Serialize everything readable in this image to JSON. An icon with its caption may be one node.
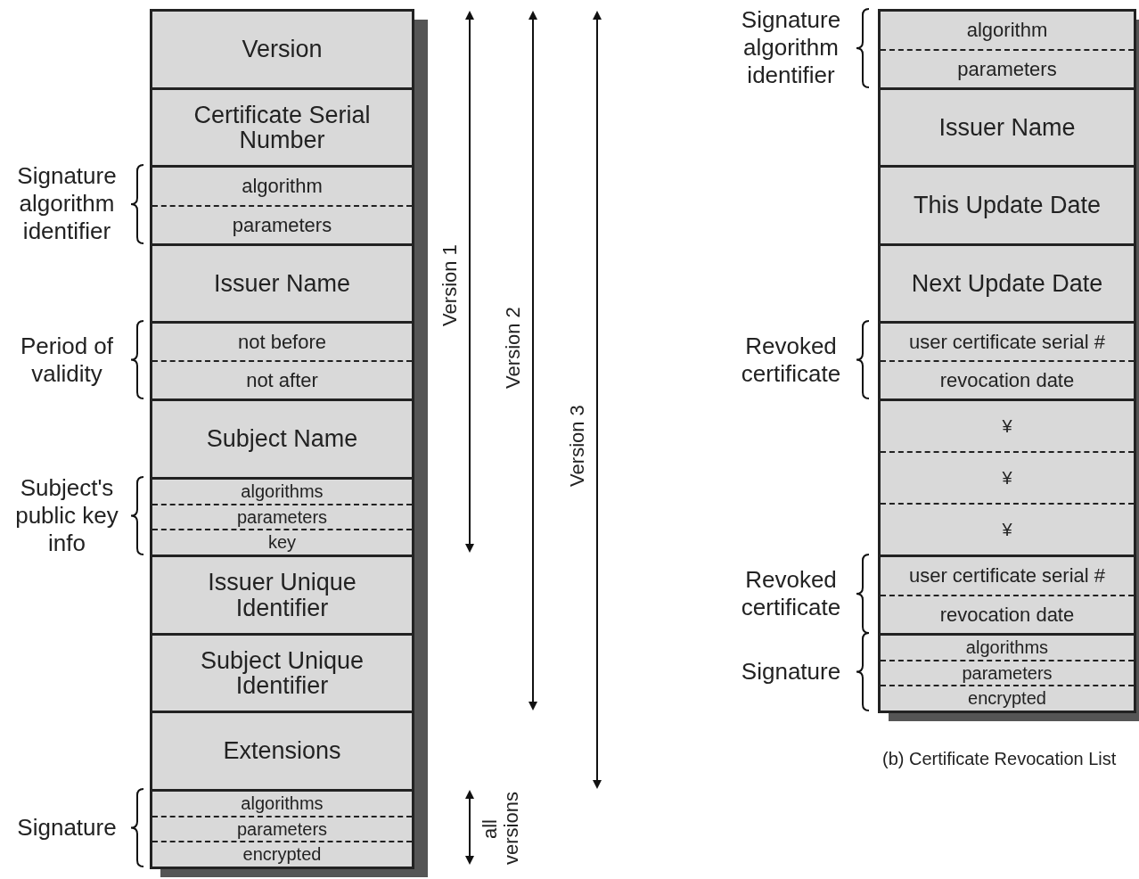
{
  "diagram": {
    "caption": "(b) Certificate Revocation List",
    "nodes": [
      {
        "text": [
          "Version"
        ]
      },
      {
        "text": [
          "Certificate Serial Number"
        ]
      },
      {
        "text": [
          "algorithm",
          "parameters"
        ]
      },
      {
        "text": [
          "Issuer Name"
        ]
      },
      {
        "text": [
          "not before",
          "not after"
        ]
      },
      {
        "text": [
          "Subject Name"
        ]
      },
      {
        "text": [
          "algorithms",
          "parameters",
          "key"
        ]
      },
      {
        "text": [
          "Issuer Unique Identifier"
        ]
      },
      {
        "text": [
          "Subject Unique Identifier"
        ]
      },
      {
        "text": [
          "Extensions"
        ]
      },
      {
        "text": [
          "algorithms",
          "parameters",
          "encrypted"
        ]
      },
      {
        "text": [
          "algorithm",
          "parameters"
        ]
      },
      {
        "text": [
          "Issuer Name"
        ]
      },
      {
        "text": [
          "This Update Date"
        ]
      },
      {
        "text": [
          "Next Update Date"
        ]
      },
      {
        "text": [
          "user certificate serial #",
          "revocation date"
        ]
      },
      {
        "text": [
          "¥",
          "¥",
          "¥"
        ]
      },
      {
        "text": [
          "user certificate serial #",
          "revocation date"
        ]
      },
      {
        "text": [
          "algorithms",
          "parameters",
          "encrypted"
        ]
      }
    ],
    "labels": [
      "Signature algorithm identifier",
      "Period of validity",
      "Subject's public key info",
      "Signature",
      "Version 1",
      "Version 2",
      "Version 3",
      "all versions",
      "Signature algorithm identifier",
      "Revoked certificate",
      "Revoked certificate",
      "Signature"
    ]
  }
}
